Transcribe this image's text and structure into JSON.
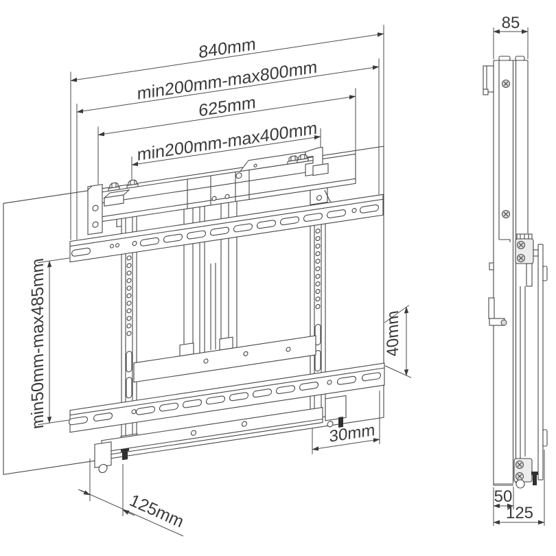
{
  "front_view": {
    "dims": {
      "total_width": "840mm",
      "wall_plate_range": "min200mm-max800mm",
      "crossbar_width": "625mm",
      "vesa_width_range": "min200mm-max400mm",
      "height_adjust_range": "min50mm-max485mm",
      "rail_height": "40mm",
      "edge_offset": "30mm",
      "bottom_depth": "125mm"
    }
  },
  "side_view": {
    "dims": {
      "top_depth": "85",
      "inner_depth": "50",
      "total_depth": "125"
    }
  },
  "colors": {
    "line": "#454545",
    "text": "#3a3a3a",
    "background": "#ffffff",
    "fill_light": "#ececec",
    "fill_dark": "#303030"
  }
}
